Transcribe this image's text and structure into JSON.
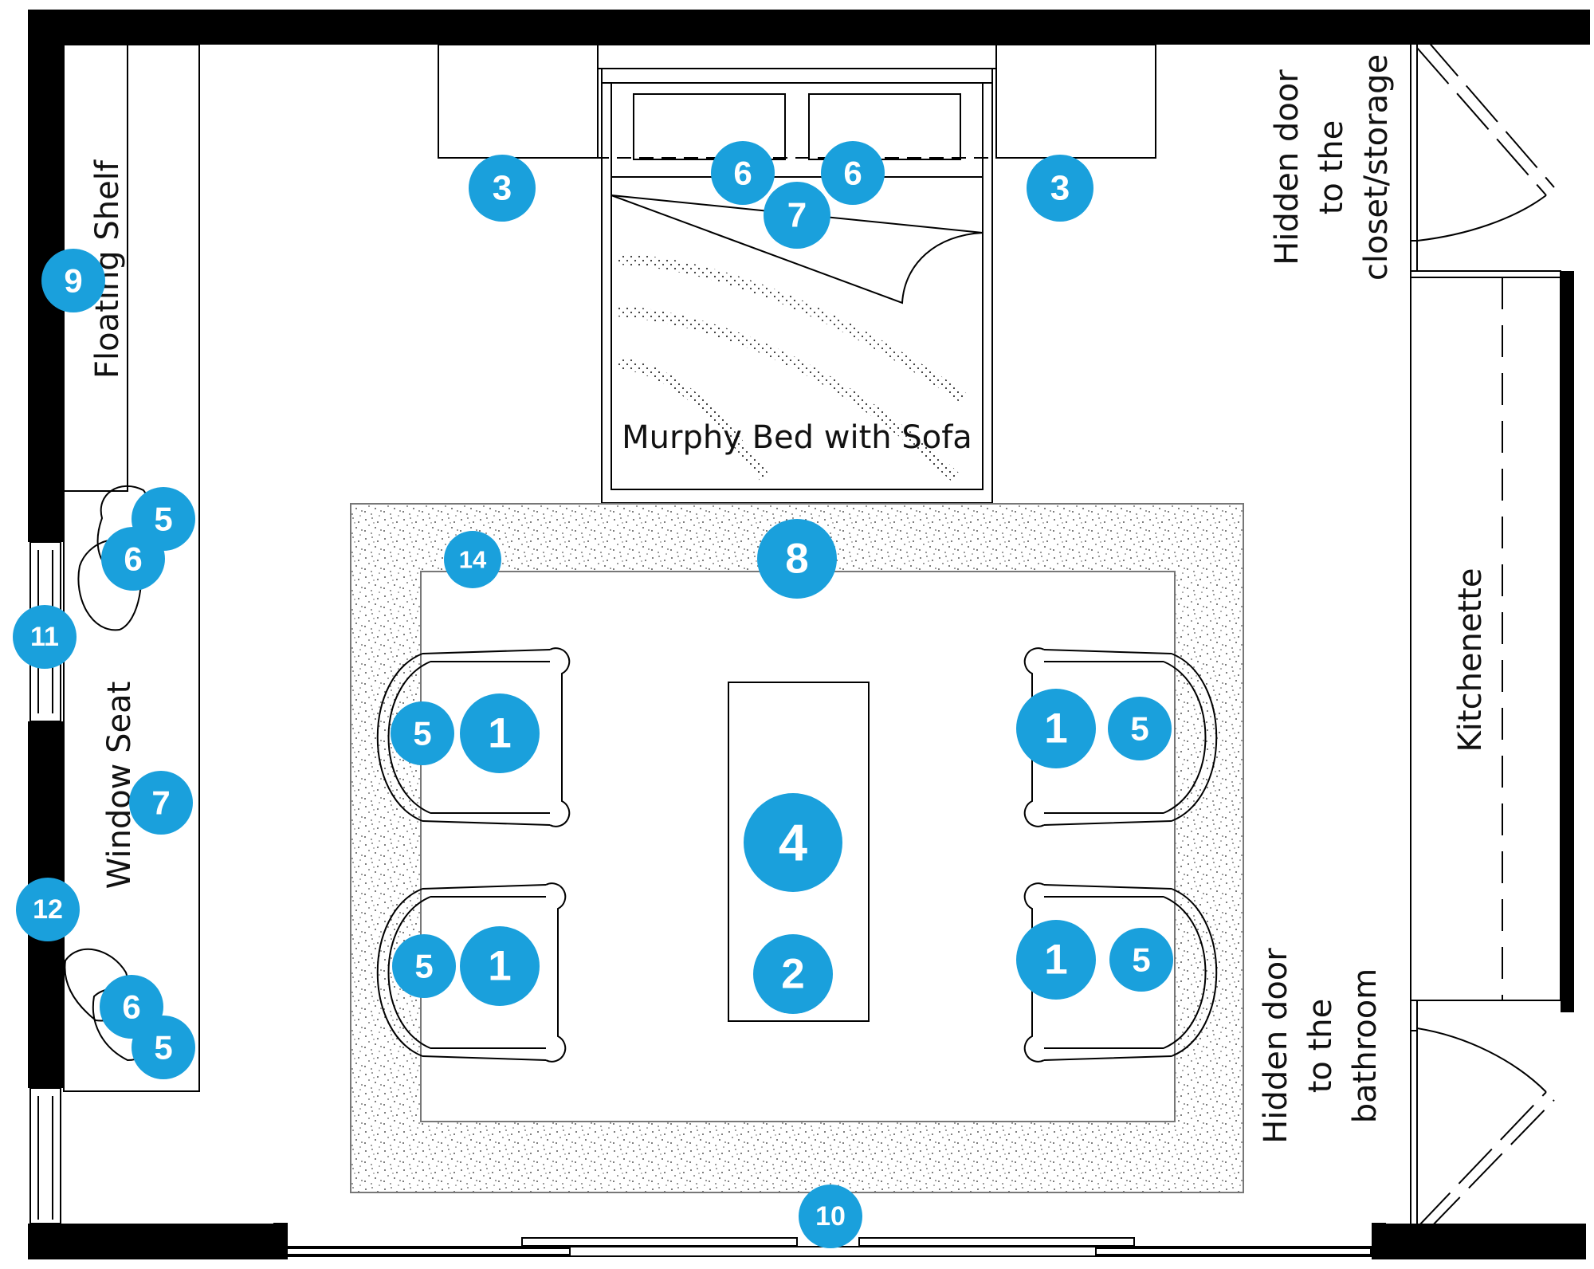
{
  "labels": {
    "floating_shelf": "Floating Shelf",
    "window_seat": "Window Seat",
    "murphy_bed": "Murphy Bed with Sofa",
    "kitchenette": "Kitchenette",
    "closet_door": [
      "Hidden door",
      "to the",
      "closet/storage"
    ],
    "bathroom_door": [
      "Hidden door",
      "to the",
      "bathroom"
    ]
  },
  "marker_color": "#1aa0dc",
  "markers": [
    {
      "id": "3",
      "name": "nightstand-left"
    },
    {
      "id": "3",
      "name": "nightstand-right"
    },
    {
      "id": "6",
      "name": "pillow-left"
    },
    {
      "id": "6",
      "name": "pillow-right"
    },
    {
      "id": "7",
      "name": "bedding"
    },
    {
      "id": "9",
      "name": "shelf-item"
    },
    {
      "id": "5",
      "name": "window-seat-top-cushion"
    },
    {
      "id": "6",
      "name": "window-seat-top-pillow"
    },
    {
      "id": "11",
      "name": "window-treatment-top"
    },
    {
      "id": "14",
      "name": "rug-pad"
    },
    {
      "id": "8",
      "name": "area-rug"
    },
    {
      "id": "5",
      "name": "chair-top-left-pillow"
    },
    {
      "id": "1",
      "name": "chair-top-left"
    },
    {
      "id": "1",
      "name": "chair-top-right"
    },
    {
      "id": "5",
      "name": "chair-top-right-pillow"
    },
    {
      "id": "7",
      "name": "window-seat-cushion"
    },
    {
      "id": "4",
      "name": "coffee-table-top"
    },
    {
      "id": "12",
      "name": "window-treatment-bottom"
    },
    {
      "id": "5",
      "name": "chair-bottom-left-pillow"
    },
    {
      "id": "1",
      "name": "chair-bottom-left"
    },
    {
      "id": "2",
      "name": "coffee-table"
    },
    {
      "id": "1",
      "name": "chair-bottom-right"
    },
    {
      "id": "5",
      "name": "chair-bottom-right-pillow"
    },
    {
      "id": "6",
      "name": "window-seat-bottom-pillow"
    },
    {
      "id": "5",
      "name": "window-seat-bottom-cushion"
    },
    {
      "id": "10",
      "name": "sliding-door"
    }
  ]
}
